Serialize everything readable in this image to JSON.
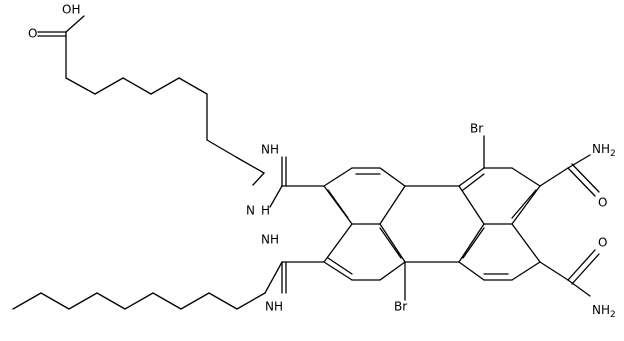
{
  "molecule": {
    "labels": {
      "oh": "OH",
      "o_acid": "O",
      "br_top": "Br",
      "br_bottom": "Br",
      "nh2_top": "NH",
      "nh2_top_sub": "2",
      "nh2_bottom": "NH",
      "nh2_bottom_sub": "2",
      "o_amide_top": "O",
      "o_amide_bottom": "O",
      "imine_top": "NH",
      "imine_bottom": "NH",
      "n_amidine_top": "N",
      "h_amidine_top": "H",
      "nh_amidine_bottom": "NH"
    },
    "colors": {
      "bond": "#000000",
      "text": "#000000",
      "background": "#ffffff"
    }
  }
}
